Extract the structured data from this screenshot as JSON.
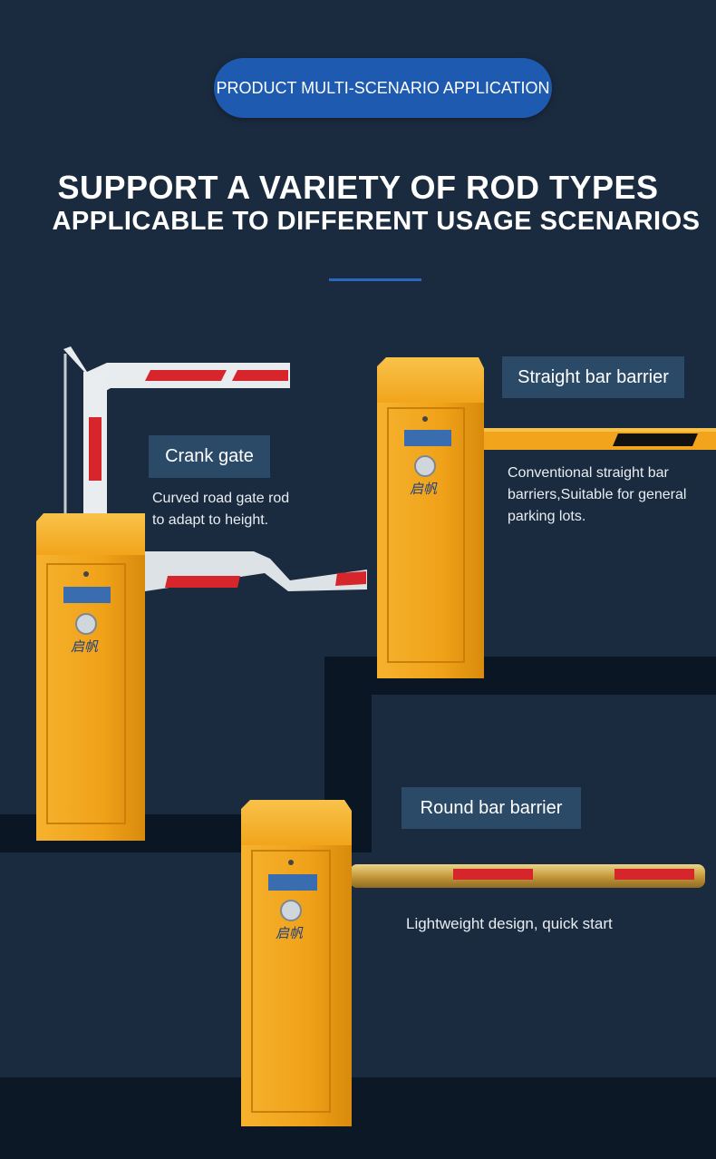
{
  "badge": "PRODUCT MULTI-SCENARIO APPLICATION",
  "headline_line1": "SUPPORT A VARIETY OF ROD TYPES",
  "headline_line2": "APPLICABLE TO DIFFERENT USAGE SCENARIOS",
  "products": [
    {
      "name": "Crank gate",
      "description_line1": "Curved road gate rod",
      "description_line2": "to adapt to height."
    },
    {
      "name": "Straight bar barrier",
      "description_line1": "Conventional straight bar",
      "description_line2": "barriers,Suitable for general",
      "description_line3": "parking lots."
    },
    {
      "name": "Round bar barrier",
      "description_line1": "Lightweight design, quick start"
    }
  ],
  "colors": {
    "background": "#1b2b3f",
    "badge": "#1e5bb0",
    "label_box": "#2b4a68",
    "cabinet": "#f2a31b",
    "stripe": "#d6262b"
  }
}
